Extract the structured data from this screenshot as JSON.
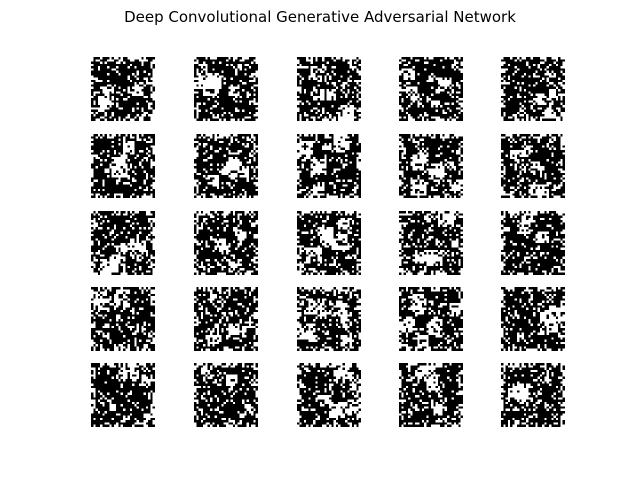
{
  "figure": {
    "title": "Deep Convolutional Generative Adversarial Network"
  },
  "samples": {
    "rows": 5,
    "columns": 5,
    "resolution": 28,
    "colors": {
      "ink": "#000000",
      "paper": "#ffffff"
    }
  }
}
